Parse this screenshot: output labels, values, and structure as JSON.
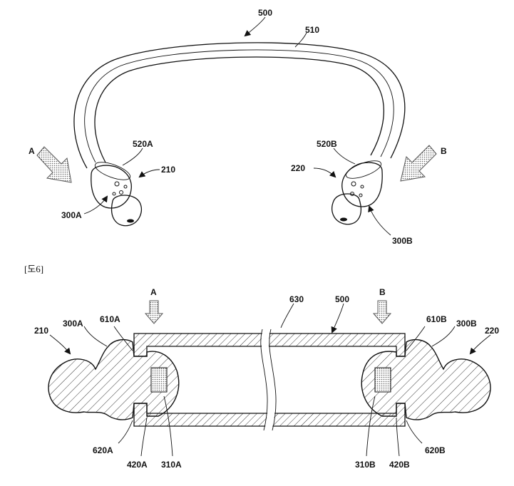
{
  "figure_caption": "[도6]",
  "top_view": {
    "labels": {
      "neckband": "500",
      "band": "510",
      "housing_a": "520A",
      "housing_b": "520B",
      "earbud_a": "210",
      "earbud_b": "220",
      "tip_a": "300A",
      "tip_b": "300B",
      "arrow_a": "A",
      "arrow_b": "B"
    }
  },
  "section_view": {
    "labels": {
      "arrow_a": "A",
      "arrow_b": "B",
      "neckband": "500",
      "cavity": "630",
      "earbud_a": "210",
      "earbud_b": "220",
      "tip_a": "300A",
      "tip_b": "300B",
      "flange_a": "610A",
      "flange_b": "610B",
      "lip_a": "620A",
      "lip_b": "620B",
      "magnet_a": "420A",
      "magnet_b": "420B",
      "contact_a": "310A",
      "contact_b": "310B"
    }
  }
}
